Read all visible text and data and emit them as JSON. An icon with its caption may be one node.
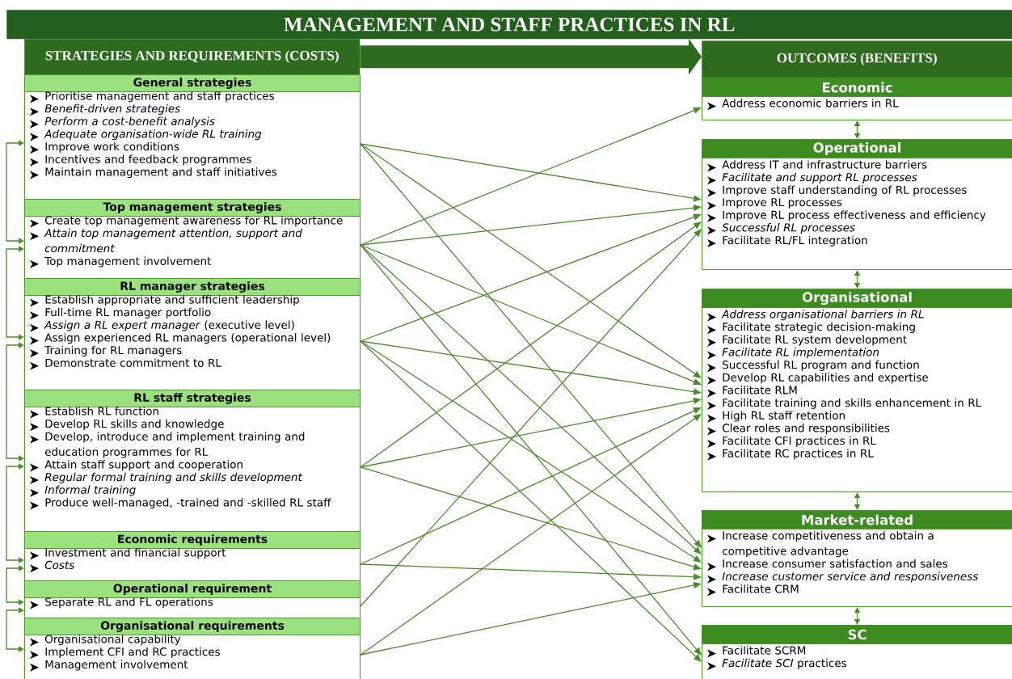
{
  "diagram": {
    "title": "MANAGEMENT AND STAFF PRACTICES IN RL",
    "nodes": [
      {
        "text": [
          "STRATEGIES AND REQUIREMENTS (COSTS)"
        ]
      },
      {
        "text": [
          "OUTCOMES (BENEFITS)"
        ]
      },
      {
        "text": [
          "General strategies",
          "Prioritise management and staff practices",
          "*Benefit-driven strategies*",
          "*Perform a cost-benefit analysis*",
          "*Adequate organisation-wide RL training*",
          "Improve work conditions",
          "Incentives and feedback programmes",
          "Maintain management and staff initiatives"
        ]
      },
      {
        "text": [
          "Top management strategies",
          "Create top management awareness for RL importance",
          "*Attain top management attention, support and commitment*",
          "Top management involvement"
        ]
      },
      {
        "text": [
          "RL manager strategies",
          "Establish appropriate and sufficient leadership",
          "Full-time RL manager portfolio",
          "*Assign a RL expert manager* (executive level)",
          "Assign experienced RL managers (operational level)",
          "Training for RL managers",
          "Demonstrate commitment to RL"
        ]
      },
      {
        "text": [
          "RL staff strategies",
          "Establish RL function",
          "Develop RL skills and knowledge",
          "Develop, introduce and implement training and education programmes for RL",
          "Attain staff support and cooperation",
          "*Regular formal training and skills development*",
          "*Informal training*",
          "Produce well-managed, -trained and -skilled RL staff"
        ]
      },
      {
        "text": [
          "Economic requirements",
          "Investment and financial support",
          "*Costs*"
        ]
      },
      {
        "text": [
          "Operational requirement",
          "Separate RL and FL operations"
        ]
      },
      {
        "text": [
          "Organisational requirements",
          "Organisational capability",
          "Implement CFI and RC practices",
          "Management involvement"
        ]
      },
      {
        "text": [
          "Economic",
          "Address economic barriers in RL"
        ]
      },
      {
        "text": [
          "Operational",
          "Address IT and infrastructure barriers",
          "*Facilitate and support RL processes*",
          "Improve staff understanding of RL processes",
          "Improve RL processes",
          "Improve RL process effectiveness and efficiency",
          "*Successful RL processes*",
          "Facilitate RL/FL integration"
        ]
      },
      {
        "text": [
          "Organisational",
          "*Address organisational barriers in RL*",
          "Facilitate strategic decision-making",
          "Facilitate RL system development",
          "*Facilitate RL implementation*",
          "Successful RL program and function",
          "Develop RL capabilities and expertise",
          "Facilitate RLM",
          "Facilitate training and skills enhancement in RL",
          "High RL staff retention",
          "Clear roles and responsibilities",
          "Facilitate CFI practices in RL",
          "Facilitate RC practices in RL"
        ]
      },
      {
        "text": [
          "Market-related",
          "Increase competitiveness and obtain a competitive advantage",
          "Increase consumer satisfaction and sales",
          "*Increase customer service and responsiveness*",
          "Facilitate CRM"
        ]
      },
      {
        "text": [
          "SC",
          "Facilitate SCRM",
          "*Facilitate SCI* practices"
        ]
      }
    ],
    "edges": [
      {
        "from": 0,
        "to": 1,
        "arrow": "to",
        "style": "thick",
        "color": "#2e6b1e"
      },
      {
        "from": 2,
        "to": 10,
        "arrow": "to"
      },
      {
        "from": 2,
        "to": 11,
        "arrow": "to"
      },
      {
        "from": 2,
        "to": 12,
        "arrow": "to"
      },
      {
        "from": 3,
        "to": 9,
        "arrow": "to"
      },
      {
        "from": 3,
        "to": 10,
        "arrow": "to"
      },
      {
        "from": 3,
        "to": 11,
        "arrow": "to"
      },
      {
        "from": 3,
        "to": 12,
        "arrow": "to"
      },
      {
        "from": 3,
        "to": 13,
        "arrow": "to"
      },
      {
        "from": 4,
        "to": 10,
        "arrow": "to"
      },
      {
        "from": 4,
        "to": 11,
        "arrow": "to"
      },
      {
        "from": 4,
        "to": 12,
        "arrow": "to"
      },
      {
        "from": 4,
        "to": 13,
        "arrow": "to"
      },
      {
        "from": 5,
        "to": 10,
        "arrow": "to"
      },
      {
        "from": 5,
        "to": 11,
        "arrow": "to"
      },
      {
        "from": 5,
        "to": 12,
        "arrow": "to"
      },
      {
        "from": 6,
        "to": 11,
        "arrow": "to"
      },
      {
        "from": 6,
        "to": 12,
        "arrow": "to"
      },
      {
        "from": 7,
        "to": 10,
        "arrow": "to"
      },
      {
        "from": 8,
        "to": 11,
        "arrow": "to"
      },
      {
        "from": 8,
        "to": 12,
        "arrow": "to"
      },
      {
        "from": 9,
        "to": 10,
        "arrow": "both"
      },
      {
        "from": 10,
        "to": 11,
        "arrow": "both"
      },
      {
        "from": 11,
        "to": 12,
        "arrow": "both"
      },
      {
        "from": 12,
        "to": 13,
        "arrow": "both"
      },
      {
        "from": 2,
        "to": 3,
        "arrow": "both"
      },
      {
        "from": 3,
        "to": 4,
        "arrow": "both"
      },
      {
        "from": 4,
        "to": 5,
        "arrow": "both"
      },
      {
        "from": 5,
        "to": 6,
        "arrow": "both"
      },
      {
        "from": 6,
        "to": 7,
        "arrow": "both"
      },
      {
        "from": 7,
        "to": 8,
        "arrow": "both"
      }
    ]
  }
}
